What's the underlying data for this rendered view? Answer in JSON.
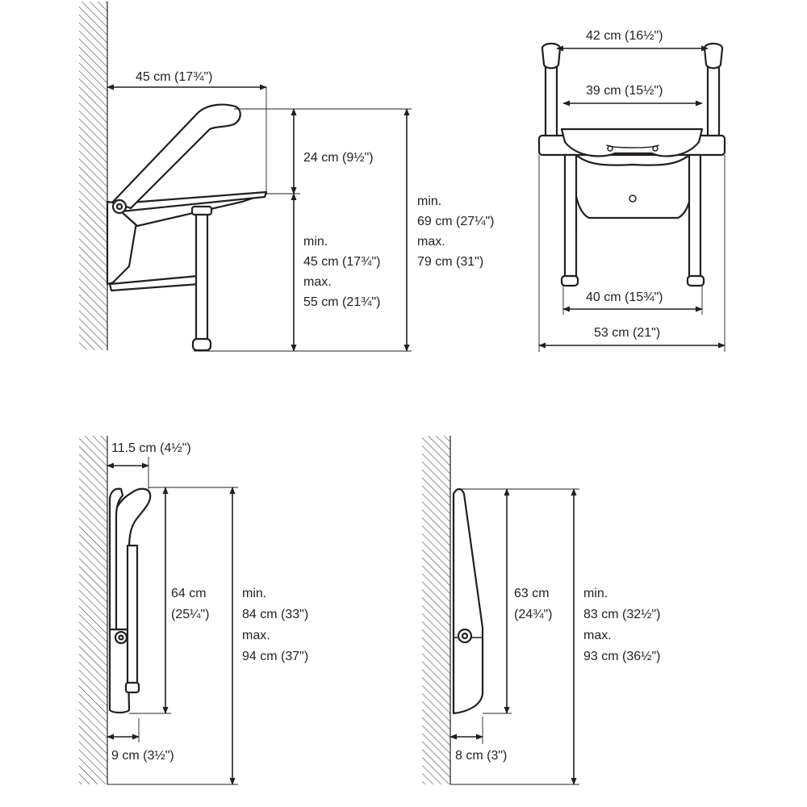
{
  "side_view_extended": {
    "depth": "45 cm (17¾\")",
    "armrest_height": "24 cm (9½\")",
    "seat_height": [
      "min.",
      "45 cm (17¾\")",
      "max.",
      "55 cm (21¾\")"
    ],
    "total_height": [
      "min.",
      "69 cm (27¼\")",
      "max.",
      "79 cm (31\")"
    ]
  },
  "front_view": {
    "armrest_outer_width": "42 cm (16½\")",
    "armrest_inner_width": "39 cm (15½\")",
    "leg_width": "40 cm (15¾\")",
    "total_width": "53 cm (21\")"
  },
  "folded_with_armrests": {
    "top_depth": "11.5 cm (4½\")",
    "folded_height": [
      "64 cm",
      "(25¼\")"
    ],
    "total_height": [
      "min.",
      "84 cm (33\")",
      "max.",
      "94 cm (37\")"
    ],
    "bottom_depth": "9 cm (3½\")"
  },
  "folded_without_armrests": {
    "folded_height": [
      "63 cm",
      "(24¾\")"
    ],
    "total_height": [
      "min.",
      "83 cm (32½\")",
      "max.",
      "93 cm (36½\")"
    ],
    "bottom_depth": "8 cm (3\")"
  }
}
